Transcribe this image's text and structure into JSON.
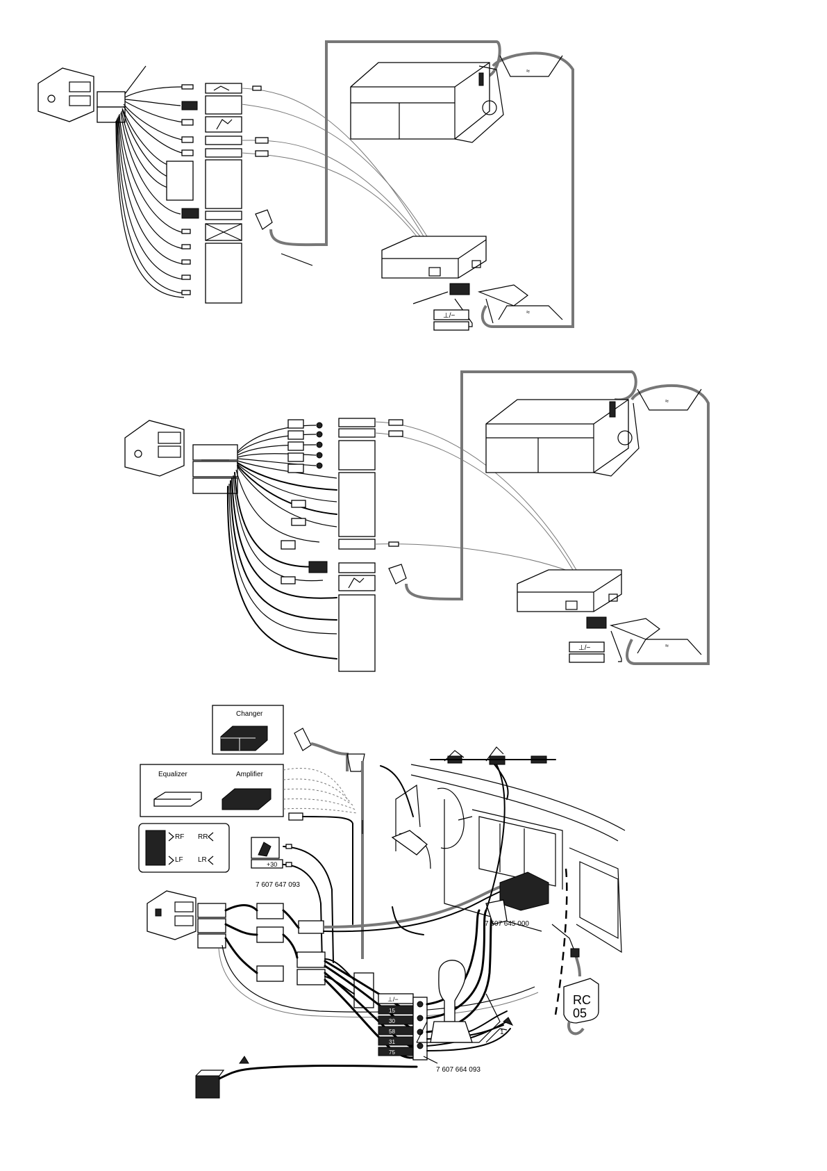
{
  "labels": {
    "changer": "Changer",
    "equalizer": "Equalizer",
    "amplifier": "Amplifier",
    "rf": "RF",
    "rr": "RR",
    "lf": "LF",
    "lr": "LR",
    "part_no_1": "7 607 647 093",
    "part_no_2": "7 607 645 000",
    "part_no_3": "7 607 664 093",
    "remote": "RC 05",
    "ground_symbol_1": "⊥/−",
    "ground_symbol_2": "⊥/−",
    "ground_symbol_3": "⊥/−",
    "approx_1": "≈",
    "approx_2": "≈",
    "approx_3": "≈",
    "approx_4": "≈",
    "plus_30": "+30",
    "pin_15": "15",
    "pin_30": "30",
    "pin_58": "58",
    "pin_31": "31",
    "pin_75": "75",
    "num_1": "1"
  }
}
